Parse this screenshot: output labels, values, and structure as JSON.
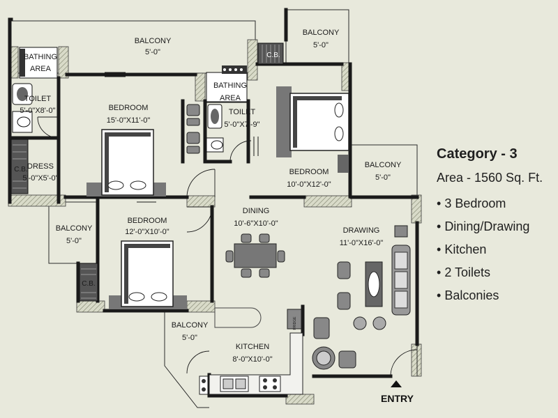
{
  "rooms": {
    "balcony_top": {
      "name": "BALCONY",
      "dim": "5'-0\""
    },
    "balcony_top_right": {
      "name": "BALCONY",
      "dim": "5'-0\""
    },
    "bathing_area_left": {
      "name_line1": "BATHING",
      "name_line2": "AREA"
    },
    "bathing_area_mid": {
      "name_line1": "BATHING",
      "name_line2": "AREA"
    },
    "toilet_left": {
      "name": "TOILET",
      "dim": "5'-0\"X8'-0\""
    },
    "toilet_mid": {
      "name": "TOILET",
      "dim": "5'-0\"X7'-9\""
    },
    "bedroom_top_left": {
      "name": "BEDROOM",
      "dim": "15'-0\"X11'-0\""
    },
    "bedroom_right": {
      "name": "BEDROOM",
      "dim": "10'-0\"X12'-0\""
    },
    "bedroom_bottom_left": {
      "name": "BEDROOM",
      "dim": "12'-0\"X10'-0\""
    },
    "dress": {
      "name": "DRESS",
      "dim": "5'-0\"X5'-0\""
    },
    "balcony_right": {
      "name": "BALCONY",
      "dim": "5'-0\""
    },
    "balcony_left": {
      "name": "BALCONY",
      "dim": "5'-0\""
    },
    "balcony_bottom": {
      "name": "BALCONY",
      "dim": "5'-0\""
    },
    "dining": {
      "name": "DINING",
      "dim": "10'-6\"X10'-0\""
    },
    "drawing": {
      "name": "DRAWING",
      "dim": "11'-0\"X16'-0\""
    },
    "kitchen": {
      "name": "KITCHEN",
      "dim": "8'-0\"X10'-0\""
    }
  },
  "cb_labels": {
    "cb_top": "C.B.",
    "cb_left": "C.B.",
    "cb_bottom": "C.B."
  },
  "fridge_label": "FRIDGE",
  "entry_label": "ENTRY",
  "legend": {
    "title": "Category - 3",
    "area": "Area - 1560 Sq. Ft.",
    "items": [
      "3 Bedroom",
      "Dining/Drawing",
      "Kitchen",
      "2 Toilets",
      "Balconies"
    ]
  },
  "colors": {
    "background": "#e8e9dc",
    "wall": "#1a1a1a",
    "furniture": "#6e6e6e",
    "furniture_light": "#f2f2f2",
    "hatch": "#9da08c"
  }
}
